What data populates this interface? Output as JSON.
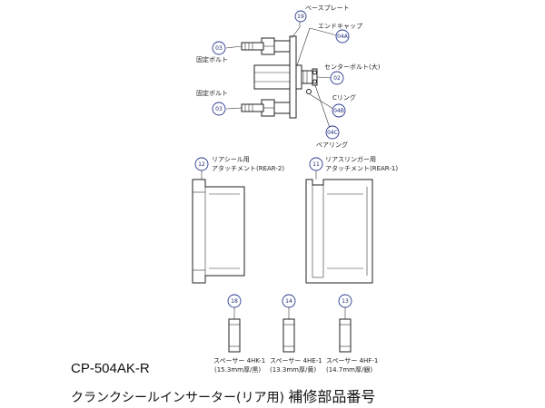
{
  "labels": {
    "base_plate": "ベースプレート",
    "end_cap": "エンドキャップ",
    "fix_bolt_top": "固定ボルト",
    "fix_bolt_bottom": "固定ボルト",
    "center_bolt": "センターボルト(大)",
    "c_ring": "Cリング",
    "bearing": "ベアリング",
    "rear_seal_l1": "リアシール用",
    "rear_seal_l2": "アタッチメント(REAR-2)",
    "rear_slinger_l1": "リアスリンガー用",
    "rear_slinger_l2": "アタッチメント(REAR-1)",
    "spacer_hk_l1": "スペーサー 4HK-1",
    "spacer_hk_l2": "(15.3mm厚/黒)",
    "spacer_he_l1": "スペーサー 4HE-1",
    "spacer_he_l2": "(13.3mm厚/黄)",
    "spacer_hf_l1": "スペーサー 4HF-1",
    "spacer_hf_l2": "(14.7mm厚/銀)"
  },
  "bubbles": {
    "b19": "19",
    "b04a": "04A",
    "b03_top": "03",
    "b02": "02",
    "b04b": "04B",
    "b03_bottom": "03",
    "b04c": "04C",
    "b12": "12",
    "b11": "11",
    "b18": "18",
    "b14": "14",
    "b13": "13"
  },
  "footer": {
    "code": "CP-504AK-R",
    "title_main": "クランクシールインサーター(リア用)",
    "title_sub": "補修部品番号"
  },
  "colors": {
    "bubble_stroke": "#2b3a8f",
    "bubble_text": "#1b2a78"
  }
}
